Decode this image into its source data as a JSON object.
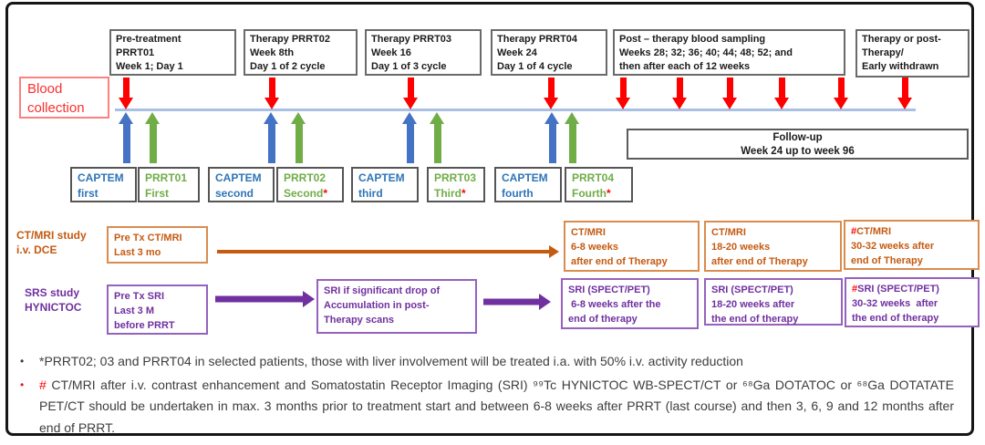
{
  "colors": {
    "red": "#FE0000",
    "blue": "#4472C4",
    "green": "#70AD47",
    "orange": "#C55A11",
    "purple": "#7030A0",
    "captem_blue": "#2E75B6",
    "timeline_line": "#A9BFE4"
  },
  "timeline": {
    "blood_collection": {
      "lines": [
        "Blood",
        "collection"
      ]
    },
    "top_boxes": [
      {
        "lines": [
          "Pre-treatment",
          "PRRT01",
          "Week 1; Day 1"
        ]
      },
      {
        "lines": [
          "Therapy PRRT02",
          "Week 8th",
          "Day 1 of 2 cycle"
        ]
      },
      {
        "lines": [
          "Therapy PRRT03",
          "Week 16",
          "Day 1 of 3 cycle"
        ]
      },
      {
        "lines": [
          "Therapy PRRT04",
          "Week 24",
          "Day 1 of 4 cycle"
        ]
      },
      {
        "lines": [
          "Post – therapy blood sampling",
          "Weeks 28; 32; 36; 40; 44; 48; 52; and",
          "then after each of 12 weeks"
        ]
      },
      {
        "lines": [
          "Therapy or post-",
          "Therapy/",
          "Early withdrawn"
        ]
      }
    ],
    "followup_box": {
      "lines": [
        "Follow-up",
        "Week 24 up to week 96"
      ]
    },
    "label_boxes": [
      {
        "line1": "CAPTEM",
        "line2": "first"
      },
      {
        "line1": "PRRT01",
        "line2": "First"
      },
      {
        "line1": "CAPTEM",
        "line2": "second"
      },
      {
        "line1": "PRRT02",
        "line2": "Second",
        "star": "*"
      },
      {
        "line1": "CAPTEM",
        "line2": "third"
      },
      {
        "line1": "PRRT03",
        "line2": "Third",
        "star": "*"
      },
      {
        "line1": "CAPTEM",
        "line2": "fourth"
      },
      {
        "line1": "PRRT04",
        "line2": "Fourth",
        "star": "*"
      }
    ]
  },
  "ctmri_row": {
    "label_lines": [
      "CT/MRI study",
      "i.v. DCE"
    ],
    "boxes": [
      {
        "line1": "Pre Tx CT/MRI",
        "line2": "Last 3 mo"
      },
      {
        "line1": "CT/MRI",
        "line2": "6-8 weeks",
        "line3": "after end of Therapy"
      },
      {
        "line1": "CT/MRI",
        "line2": "18-20 weeks",
        "line3": "after end of Therapy"
      },
      {
        "hash": "#",
        "line1": "CT/MRI",
        "line2": "30-32 weeks after",
        "line3": "end of Therapy"
      }
    ]
  },
  "srs_row": {
    "label_lines": [
      "SRS study",
      "HYNICTOC"
    ],
    "boxes": [
      {
        "line1": "Pre Tx SRI",
        "line2": "Last 3 M",
        "line3": "before PRRT"
      },
      {
        "line1": "SRI if significant drop of",
        "line2": "Accumulation in post-",
        "line3": "Therapy scans"
      },
      {
        "line1": "SRI (SPECT/PET)",
        "line2": " 6-8 weeks after the",
        "line3": "end of therapy"
      },
      {
        "line1": "SRI (SPECT/PET)",
        "line2": "18-20 weeks after",
        "line3": "the end of therapy"
      },
      {
        "hash": "#",
        "line1": "SRI (SPECT/PET)",
        "line2": "30-32 weeks  after",
        "line3": "the end of therapy"
      }
    ]
  },
  "footnotes": [
    {
      "bullet": "•",
      "text": "*PRRT02; 03 and PRRT04 in selected patients, those with liver involvement will be treated i.a. with 50% i.v. activity reduction"
    },
    {
      "bullet": "•",
      "hash": "#",
      "text": " CT/MRI after i.v. contrast enhancement and Somatostatin Receptor Imaging (SRI) ⁹⁹Tc HYNICTOC WB-SPECT/CT or ⁶⁸Ga DOTATOC or ⁶⁸Ga DOTATATE PET/CT should be undertaken in max. 3 months prior to treatment start and between 6-8 weeks after PRRT (last course) and then 3, 6, 9 and 12 months after end of PRRT."
    }
  ]
}
